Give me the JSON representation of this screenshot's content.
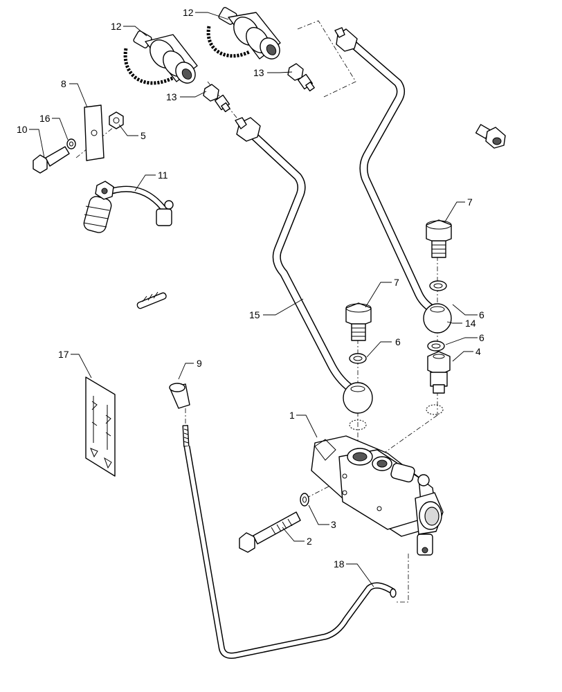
{
  "callouts": {
    "c1": "1",
    "c2": "2",
    "c3": "3",
    "c4": "4",
    "c5": "5",
    "c6a": "6",
    "c6b": "6",
    "c6c": "6",
    "c7a": "7",
    "c7b": "7",
    "c8": "8",
    "c9": "9",
    "c10": "10",
    "c11": "11",
    "c12a": "12",
    "c12b": "12",
    "c13a": "13",
    "c13b": "13",
    "c14": "14",
    "c15": "15",
    "c16": "16",
    "c17": "17",
    "c18": "18"
  }
}
